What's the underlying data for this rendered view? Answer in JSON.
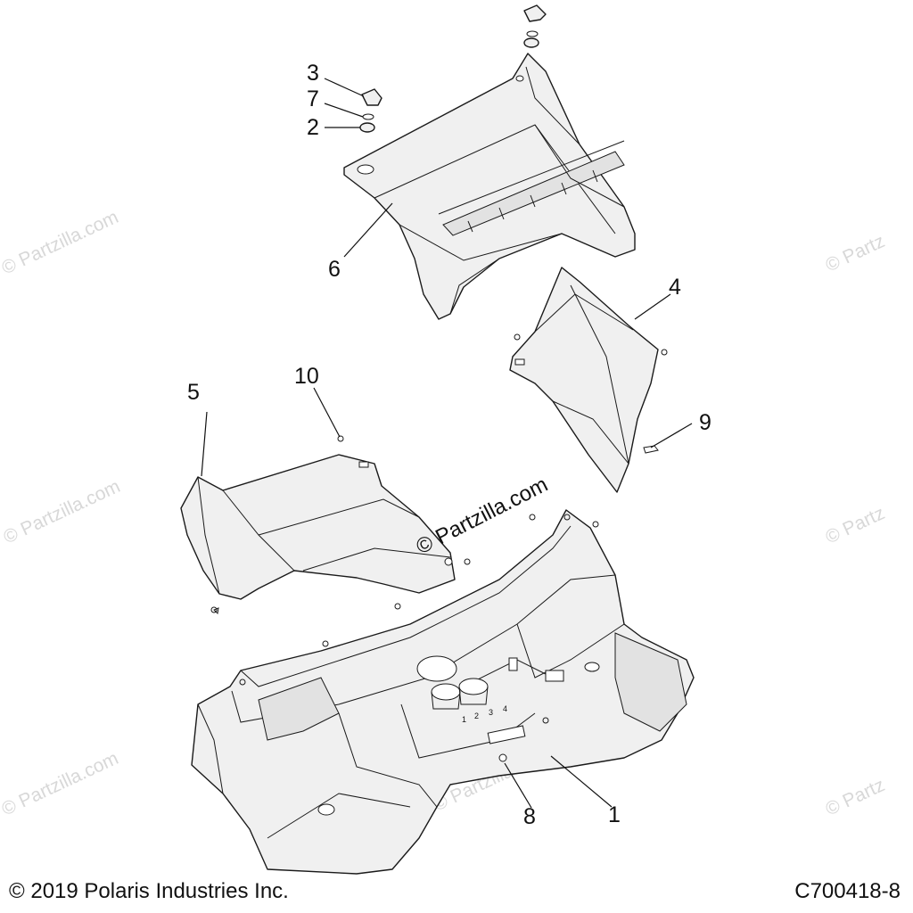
{
  "callouts": [
    {
      "id": "1",
      "label": "1"
    },
    {
      "id": "2",
      "label": "2"
    },
    {
      "id": "3",
      "label": "3"
    },
    {
      "id": "4",
      "label": "4"
    },
    {
      "id": "5",
      "label": "5"
    },
    {
      "id": "6",
      "label": "6"
    },
    {
      "id": "7",
      "label": "7"
    },
    {
      "id": "8",
      "label": "8"
    },
    {
      "id": "9",
      "label": "9"
    },
    {
      "id": "10",
      "label": "10"
    }
  ],
  "watermark": "© Partzilla.com",
  "watermark_short": "© Partz",
  "cup_numbers": [
    "1",
    "2",
    "3",
    "4"
  ],
  "footer": {
    "copyright": "© 2019 Polaris Industries Inc.",
    "drawing_id": "C700418-8"
  }
}
